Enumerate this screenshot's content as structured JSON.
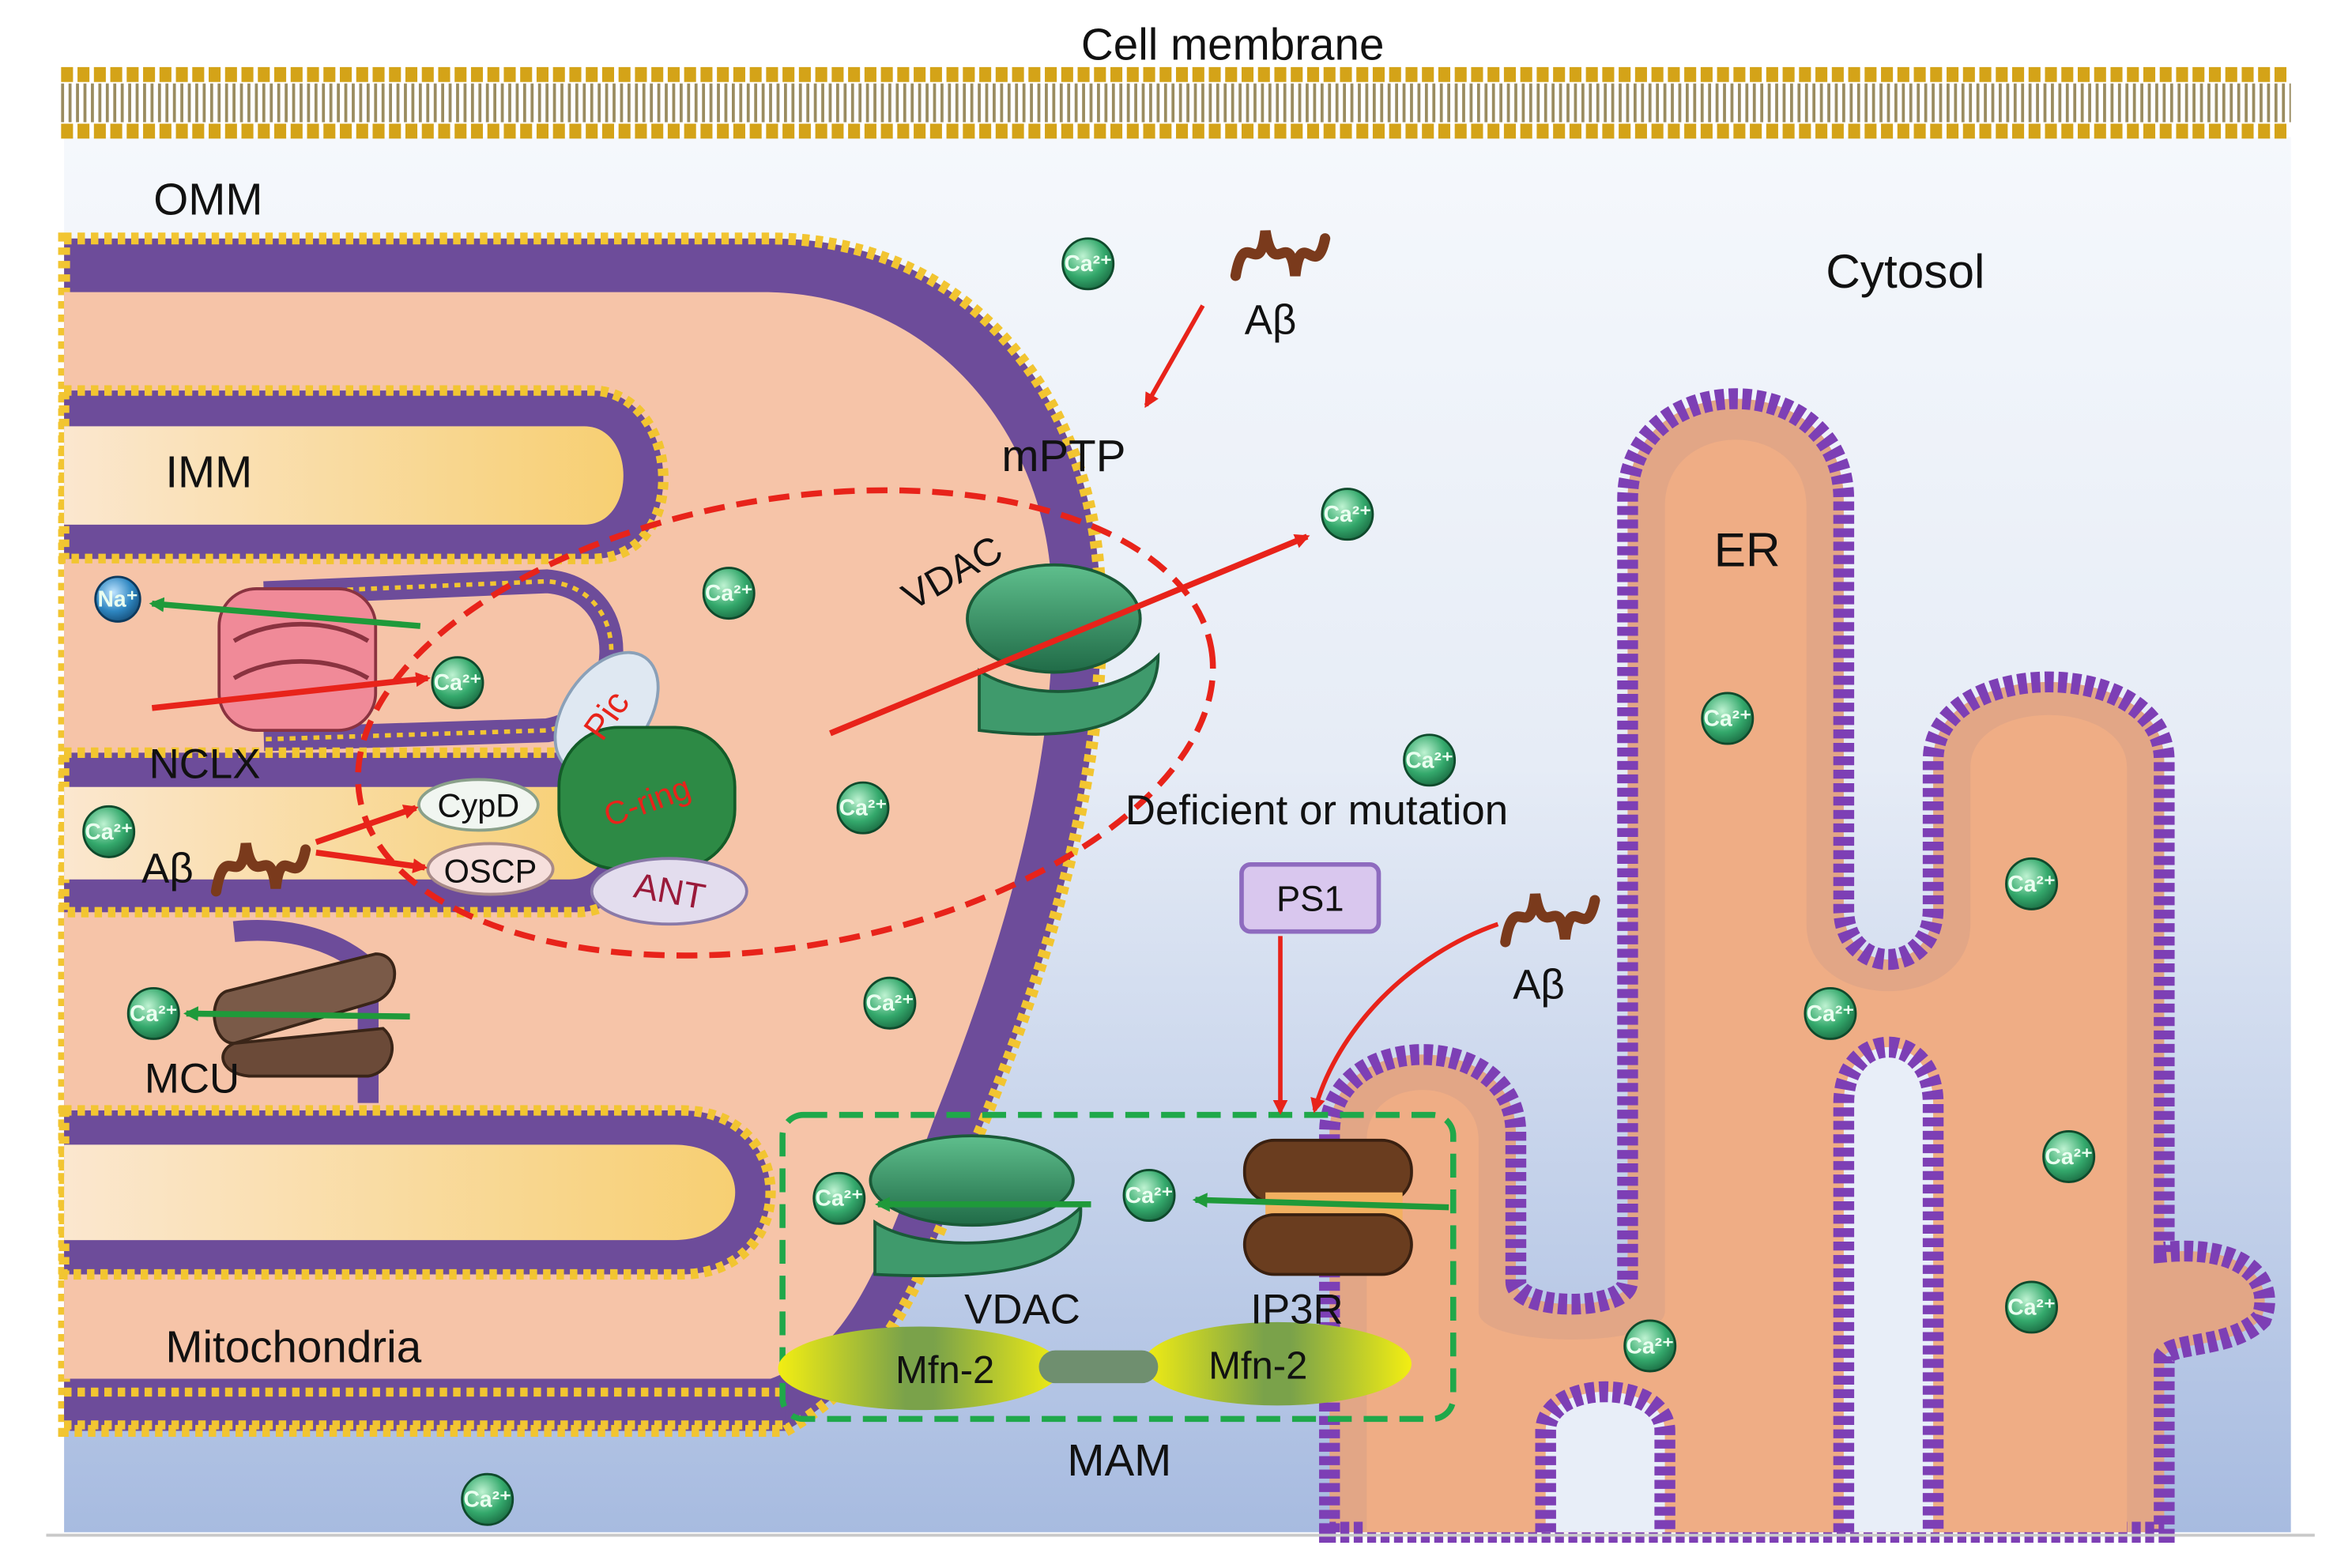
{
  "labels": {
    "cell_membrane": "Cell membrane",
    "omm": "OMM",
    "imm": "IMM",
    "cytosol": "Cytosol",
    "er": "ER",
    "mptp": "mPTP",
    "vdac_top": "VDAC",
    "vdac_bottom": "VDAC",
    "nclx": "NCLX",
    "mcu": "MCU",
    "abeta_left": "Aβ",
    "abeta_top": "Aβ",
    "abeta_right": "Aβ",
    "cypd": "CypD",
    "oscp": "OSCP",
    "pic": "Pic",
    "c_ring": "C-ring",
    "ant": "ANT",
    "deficient": "Deficient or mutation",
    "ps1": "PS1",
    "ip3r": "IP3R",
    "mfn2_left": "Mfn-2",
    "mfn2_right": "Mfn-2",
    "mam": "MAM",
    "mitochondria": "Mitochondria",
    "ca_ion": "Ca²⁺",
    "na_ion": "Na⁺"
  },
  "colors": {
    "membrane_purple": "#6d4c9a",
    "lipid_head": "#f2c531",
    "mito_matrix": "#f6c4a8",
    "er_lumen": "#f0b08c",
    "cytosol_top": "#f2f6fb",
    "cytosol_bottom": "#a9bde0",
    "vdac_green": "#3f9a6c",
    "ion_green": "#2fa56a",
    "na_blue": "#2e86c1",
    "arrow_red": "#e8231a",
    "arrow_green": "#1f9a3a",
    "mptp_ellipse": "#e8231a",
    "mam_box": "#1fa84a",
    "ps1_purple": "#8e6bbf",
    "abeta_brown": "#7a3a1c"
  }
}
